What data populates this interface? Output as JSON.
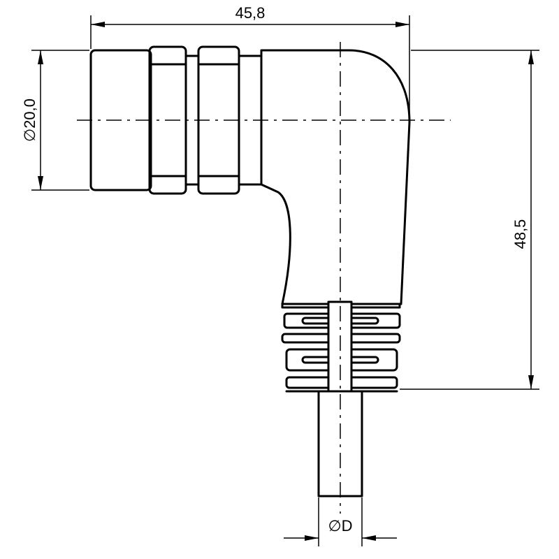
{
  "dimensions": {
    "width_label": "45,8",
    "height_label": "48,5",
    "diameter_label": "20,0",
    "cable_label": "D",
    "diameter_symbol": "∅"
  }
}
